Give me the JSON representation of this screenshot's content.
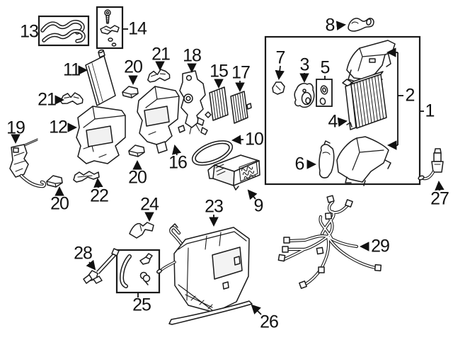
{
  "diagram": {
    "type": "exploded-parts-diagram",
    "colors": {
      "background": "#ffffff",
      "line": "#1a1a1a"
    },
    "callouts": {
      "n1": "1",
      "n2": "2",
      "n3": "3",
      "n4": "4",
      "n5": "5",
      "n6": "6",
      "n7": "7",
      "n8": "8",
      "n9": "9",
      "n10": "10",
      "n11": "11",
      "n12": "12",
      "n13": "13",
      "n14": "14",
      "n15": "15",
      "n16": "16",
      "n17": "17",
      "n18": "18",
      "n19": "19",
      "n20": "20",
      "n21": "21",
      "n22": "22",
      "n23": "23",
      "n24": "24",
      "n25": "25",
      "n26": "26",
      "n27": "27",
      "n28": "28",
      "n29": "29"
    },
    "parts": [
      {
        "number": "1",
        "name": "evaporator-assembly-box"
      },
      {
        "number": "2",
        "name": "evaporator-case-covers"
      },
      {
        "number": "3",
        "name": "actuator-motor"
      },
      {
        "number": "4",
        "name": "evaporator-core"
      },
      {
        "number": "5",
        "name": "o-ring-kit-box"
      },
      {
        "number": "6",
        "name": "case-duct-piece"
      },
      {
        "number": "7",
        "name": "clip"
      },
      {
        "number": "8",
        "name": "mount-bracket"
      },
      {
        "number": "9",
        "name": "air-duct"
      },
      {
        "number": "10",
        "name": "seal-ring"
      },
      {
        "number": "11",
        "name": "heater-core"
      },
      {
        "number": "12",
        "name": "case-housing-left"
      },
      {
        "number": "13",
        "name": "hose-pair-box"
      },
      {
        "number": "14",
        "name": "hardware-kit-box"
      },
      {
        "number": "15",
        "name": "filter-element"
      },
      {
        "number": "16",
        "name": "case-housing-center"
      },
      {
        "number": "17",
        "name": "filter-element"
      },
      {
        "number": "18",
        "name": "bracket-assembly"
      },
      {
        "number": "19",
        "name": "bracket-with-tube"
      },
      {
        "number": "20",
        "name": "connector-block"
      },
      {
        "number": "21",
        "name": "small-bracket"
      },
      {
        "number": "22",
        "name": "mounting-bracket"
      },
      {
        "number": "23",
        "name": "main-case-housing"
      },
      {
        "number": "24",
        "name": "support-bracket"
      },
      {
        "number": "25",
        "name": "hose-kit-box"
      },
      {
        "number": "26",
        "name": "trim-strip"
      },
      {
        "number": "27",
        "name": "temperature-sensor"
      },
      {
        "number": "28",
        "name": "probe-sensor"
      },
      {
        "number": "29",
        "name": "wiring-harness"
      }
    ]
  }
}
